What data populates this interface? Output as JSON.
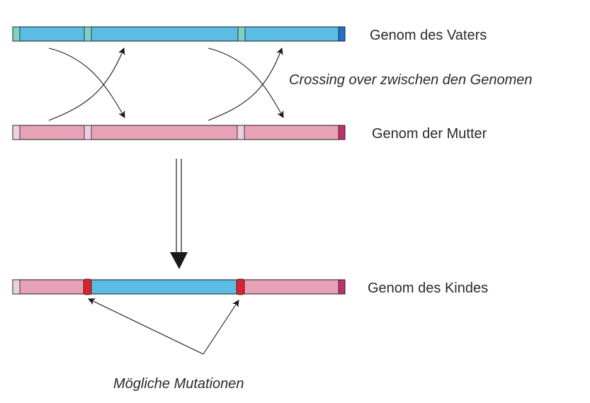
{
  "labels": {
    "father_genome": "Genom des Vaters",
    "crossing_over": "Crossing over zwischen den Genomen",
    "mother_genome": "Genom der Mutter",
    "child_genome": "Genom des Kindes",
    "mutations": "Mögliche Mutationen"
  },
  "colors": {
    "father_fill": "#5bbde3",
    "father_band": "#7ecfc4",
    "father_end": "#1f6fd1",
    "mother_fill": "#e8a2b8",
    "mother_band": "#ead0e0",
    "mother_end": "#c0306e",
    "mutation_band": "#e0202a",
    "outline": "#1a1a1a"
  },
  "chromosomes": [
    {
      "id": "father",
      "segments": [
        "father"
      ]
    },
    {
      "id": "mother",
      "segments": [
        "mother"
      ]
    },
    {
      "id": "child",
      "segments": [
        "mother",
        "father",
        "mother"
      ]
    }
  ]
}
